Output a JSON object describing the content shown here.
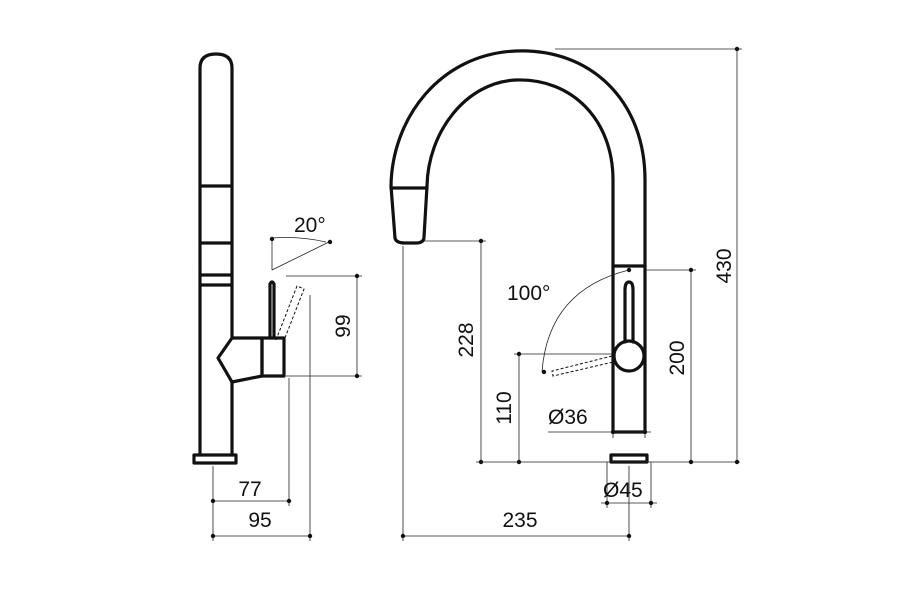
{
  "labels": {
    "angle_side": "20°",
    "height_99": "99",
    "reach_77": "77",
    "reach_95": "95",
    "height_228": "228",
    "height_110": "110",
    "angle_front": "100°",
    "dia_36": "Ø36",
    "height_200": "200",
    "height_430": "430",
    "dia_45": "Ø45",
    "reach_235": "235"
  }
}
